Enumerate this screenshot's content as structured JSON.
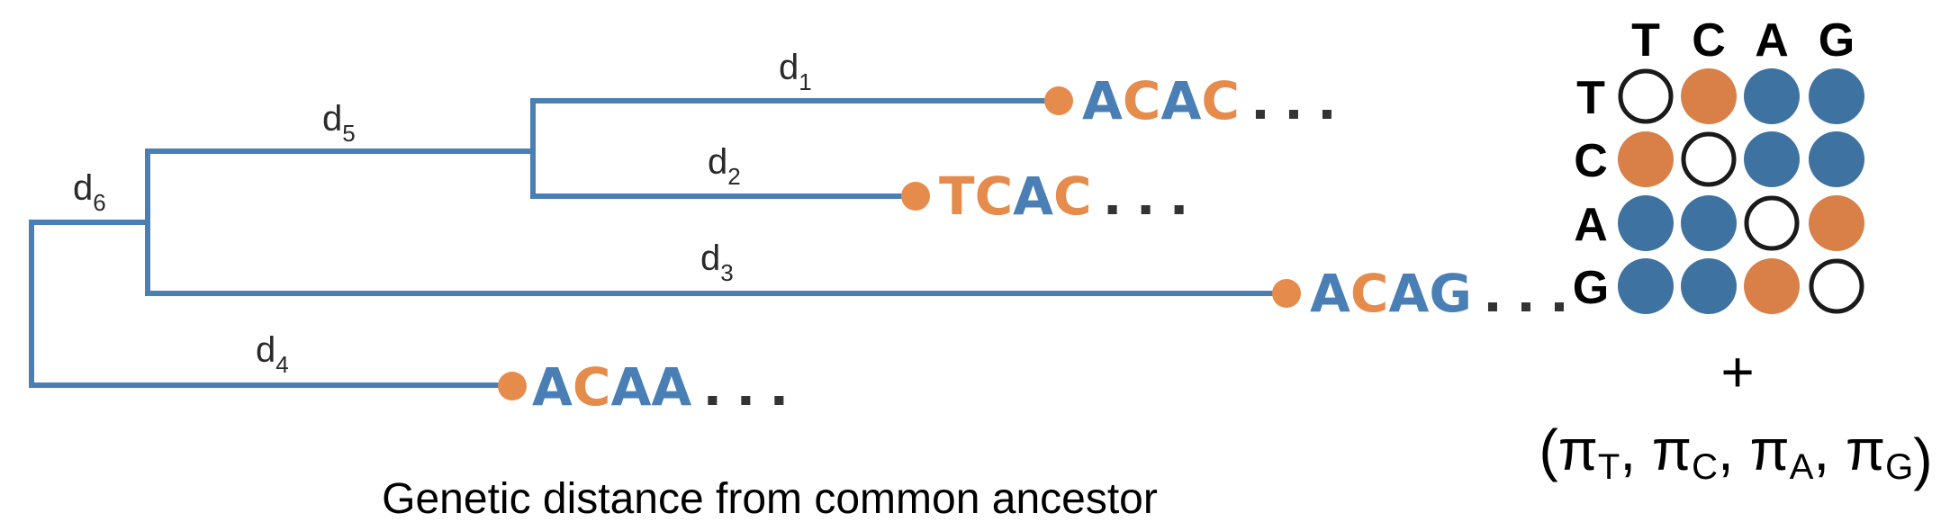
{
  "colors": {
    "branch": "#4a7fb5",
    "purine_like_blue": "#3e72a0",
    "orange": "#e58b4b",
    "matrix_orange": "#d98048",
    "dots": "#333333",
    "empty_ring": "#1a1a1a"
  },
  "tree": {
    "branch_labels": [
      {
        "id": "d1",
        "base": "d",
        "sub": "1"
      },
      {
        "id": "d2",
        "base": "d",
        "sub": "2"
      },
      {
        "id": "d3",
        "base": "d",
        "sub": "3"
      },
      {
        "id": "d4",
        "base": "d",
        "sub": "4"
      },
      {
        "id": "d5",
        "base": "d",
        "sub": "5"
      },
      {
        "id": "d6",
        "base": "d",
        "sub": "6"
      }
    ],
    "leaves": [
      {
        "branch": "d1",
        "sequence": "ACAC",
        "ellipsis": "..."
      },
      {
        "branch": "d2",
        "sequence": "TCAC",
        "ellipsis": "..."
      },
      {
        "branch": "d3",
        "sequence": "ACAG",
        "ellipsis": "..."
      },
      {
        "branch": "d4",
        "sequence": "ACAA",
        "ellipsis": "..."
      }
    ],
    "letter_colors": {
      "A": "#4a7fb5",
      "G": "#4a7fb5",
      "C": "#e58b4b",
      "T": "#e58b4b"
    },
    "caption": "Genetic distance from common ancestor"
  },
  "matrix": {
    "columns": [
      "T",
      "C",
      "A",
      "G"
    ],
    "rows": [
      "T",
      "C",
      "A",
      "G"
    ],
    "cells": [
      [
        "empty",
        "orange",
        "blue",
        "blue"
      ],
      [
        "orange",
        "empty",
        "blue",
        "blue"
      ],
      [
        "blue",
        "blue",
        "empty",
        "orange"
      ],
      [
        "blue",
        "blue",
        "orange",
        "empty"
      ]
    ]
  },
  "frequencies": {
    "plus": "+",
    "open": "(",
    "close": ")",
    "symbol": "π",
    "subscripts": [
      "T",
      "C",
      "A",
      "G"
    ],
    "separator": ", "
  }
}
